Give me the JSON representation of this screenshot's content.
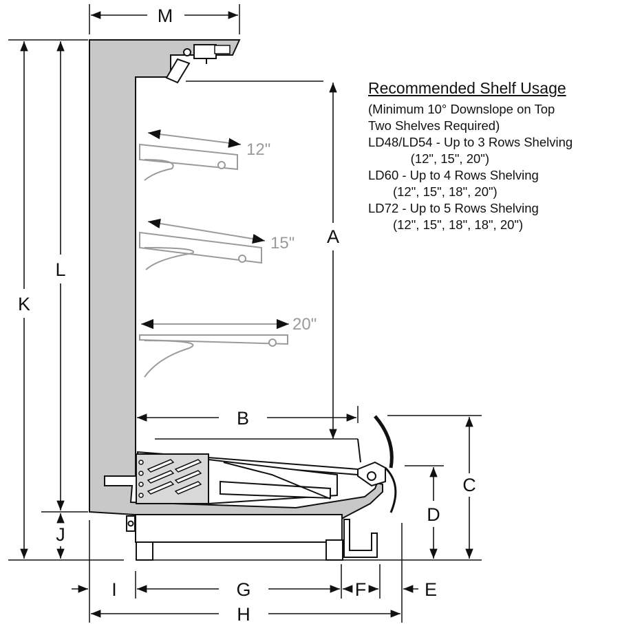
{
  "dimensions": {
    "A": "A",
    "B": "B",
    "C": "C",
    "D": "D",
    "E": "E",
    "F": "F",
    "G": "G",
    "H": "H",
    "I": "I",
    "J": "J",
    "K": "K",
    "L": "L",
    "M": "M"
  },
  "shelves": [
    {
      "label": "12\""
    },
    {
      "label": "15\""
    },
    {
      "label": "20\""
    }
  ],
  "notes": {
    "title": "Recommended Shelf Usage",
    "lines": [
      "(Minimum 10° Downslope on Top",
      "Two Shelves Required)",
      "LD48/LD54 - Up to 3 Rows Shelving",
      "            (12\", 15\", 20\")",
      "LD60 - Up to 4 Rows Shelving",
      "       (12\", 15\", 18\", 20\")",
      "LD72 - Up to 5 Rows Shelving",
      "       (12\", 15\", 18\", 18\", 20\")"
    ]
  },
  "colors": {
    "case_fill": "#c8c8c8",
    "line": "#111111",
    "shelf_gray": "#9a9a9a"
  }
}
